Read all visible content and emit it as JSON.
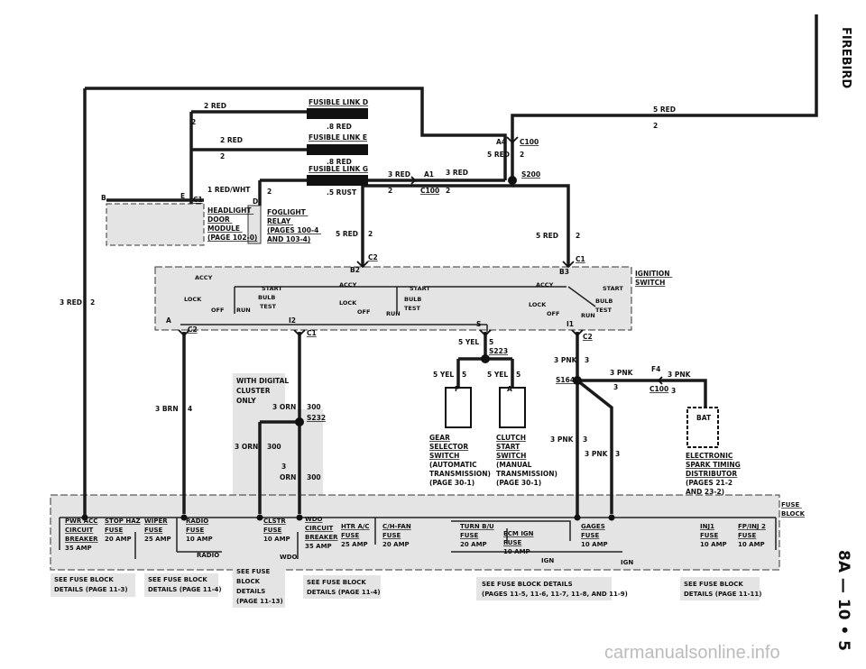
{
  "page": {
    "model_header": "FIREBIRD",
    "page_number": "8A — 10 • 5",
    "watermark": "carmanualsonline.info"
  },
  "fusible_links": {
    "d_label": "FUSIBLE LINK D",
    "d_wire": ".8 RED",
    "e_label": "FUSIBLE LINK E",
    "e_wire": ".8 RED",
    "g_label": "FUSIBLE LINK G",
    "g_wire": ".5 RUST"
  },
  "wires": {
    "w_2red_top": "2 RED",
    "w_2_top": "2",
    "w_2red_mid": "2 RED",
    "w_2_mid": "2",
    "w_1redwht": "1 RED/WHT",
    "w_2_relay": "2",
    "w_3red_a": "3 RED",
    "w_a1": "A1",
    "w_3red_b": "3 RED",
    "w_2_c100a": "2",
    "w_c100a": "C100",
    "w_2_c100b": "2",
    "w_5red_top": "5 RED",
    "w_2_right": "2",
    "w_a4": "A4",
    "w_c100_top": "C100",
    "w_5red_a4": "5 RED",
    "w_2_a4": "2",
    "s200": "S200",
    "w_5red_c2": "5 RED",
    "w_2_c2": "2",
    "c2_top": "C2",
    "w_5red_c1": "5 RED",
    "w_2_c1": "2",
    "c1_top": "C1",
    "w_3red_left": "3 RED",
    "w_2_left": "2",
    "w_3brn": "3 BRN",
    "w_4": "4",
    "w_3orn_a": "3 ORN",
    "w_300_a": "300",
    "s232": "S232",
    "w_3orn_b": "3 ORN",
    "w_300_b": "300",
    "w_3": "3",
    "w_orn": "ORN",
    "w_300_c": "300",
    "w_5yel_a": "5 YEL",
    "w_5_a": "5",
    "s223": "S223",
    "w_5yel_b": "5 YEL",
    "w_5_b": "5",
    "w_5yel_c": "5 YEL",
    "w_5_c": "5",
    "w_3pnk_a": "3 PNK",
    "w_3_a": "3",
    "s164": "S164",
    "w_3pnk_b": "3 PNK",
    "w_f4": "F4",
    "w_3pnk_c": "3 PNK",
    "w_3_b": "3",
    "w_c100_bot": "C100",
    "w_3_c": "3",
    "w_3pnk_d": "3 PNK",
    "w_3_d": "3",
    "w_3pnk_e": "3 PNK",
    "w_3_e": "3",
    "c2_a": "C2",
    "c1_12": "C1",
    "c2_c": "C2",
    "pin_b": "B",
    "pin_e": "E",
    "pin_c1": "C1",
    "pin_d": "D",
    "pin_b2": "B2",
    "pin_b3": "B3",
    "pin_a": "A",
    "pin_i2": "I2",
    "pin_s": "S",
    "pin_i1": "I1",
    "pin_f": "F",
    "pin_a2": "A"
  },
  "components": {
    "headlight": [
      "HEADLIGHT",
      "DOOR",
      "MODULE",
      "(PAGE 102-0)"
    ],
    "foglight": [
      "FOGLIGHT",
      "RELAY",
      "(PAGES 100-4",
      "AND 103-4)"
    ],
    "ignition": [
      "IGNITION",
      "SWITCH"
    ],
    "digital": [
      "WITH DIGITAL",
      "CLUSTER",
      "ONLY"
    ],
    "gear": [
      "GEAR",
      "SELECTOR",
      "SWITCH",
      "(AUTOMATIC",
      "TRANSMISSION)",
      "(PAGE 30-1)"
    ],
    "clutch": [
      "CLUTCH",
      "START",
      "SWITCH",
      "(MANUAL",
      "TRANSMISSION)",
      "(PAGE 30-1)"
    ],
    "est": [
      "ELECTRONIC",
      "SPARK TIMING",
      "DISTRIBUTOR",
      "(PAGES 21-2",
      "AND 23-2)"
    ],
    "bat": "BAT"
  },
  "switch_labels": {
    "accy1": "ACCY",
    "start1": "START",
    "lock1": "LOCK",
    "bulb1": "BULB",
    "test1": "TEST",
    "off1": "OFF",
    "run1": "RUN",
    "accy2": "ACCY",
    "start2": "START",
    "lock2": "LOCK",
    "bulb2": "BULB",
    "test2": "TEST",
    "off2": "OFF",
    "run2": "RUN",
    "accy3": "ACCY",
    "start3": "START",
    "lock3": "LOCK",
    "bulb3": "BULB",
    "test3": "TEST",
    "off3": "OFF",
    "run3": "RUN"
  },
  "fuse_block": {
    "title": [
      "FUSE",
      "BLOCK"
    ],
    "pwr": [
      "PWR ACC",
      "CIRCUIT",
      "BREAKER",
      "35 AMP"
    ],
    "stophaz": [
      "STOP HAZ",
      "FUSE",
      "20 AMP"
    ],
    "wiper": [
      "WIPER",
      "FUSE",
      "25 AMP"
    ],
    "radio": [
      "RADIO",
      "FUSE",
      "10 AMP"
    ],
    "radio_bus": "RADIO",
    "clstr": [
      "CLSTR",
      "FUSE",
      "10 AMP"
    ],
    "wdo": [
      "WDO",
      "CIRCUIT",
      "BREAKER",
      "35 AMP"
    ],
    "wdo_bus": "WDO",
    "htr": [
      "HTR A/C",
      "FUSE",
      "25 AMP"
    ],
    "chfan": [
      "C/H-FAN",
      "FUSE",
      "20 AMP"
    ],
    "turn": [
      "TURN B/U",
      "FUSE",
      "20 AMP"
    ],
    "ecm": [
      "ECM IGN",
      "FUSE",
      "10 AMP"
    ],
    "gages": [
      "GAGES",
      "FUSE",
      "10 AMP"
    ],
    "ign_a": "IGN",
    "ign_b": "IGN",
    "inj1": [
      "INJ1",
      "FUSE",
      "10 AMP"
    ],
    "fpinj": [
      "FP/INJ 2",
      "FUSE",
      "10 AMP"
    ]
  },
  "references": {
    "r1": [
      "SEE FUSE BLOCK",
      "DETAILS (PAGE 11-3)"
    ],
    "r2": [
      "SEE FUSE BLOCK",
      "DETAILS (PAGE 11-4)"
    ],
    "r3": [
      "SEE FUSE",
      "BLOCK",
      "DETAILS",
      "(PAGE 11-13)"
    ],
    "r4": [
      "SEE FUSE BLOCK",
      "DETAILS (PAGE 11-4)"
    ],
    "r5": [
      "SEE FUSE BLOCK DETAILS",
      "(PAGES 11-5, 11-6, 11-7, 11-8, AND 11-9)"
    ],
    "r6": [
      "SEE FUSE BLOCK",
      "DETAILS (PAGE 11-11)"
    ]
  }
}
